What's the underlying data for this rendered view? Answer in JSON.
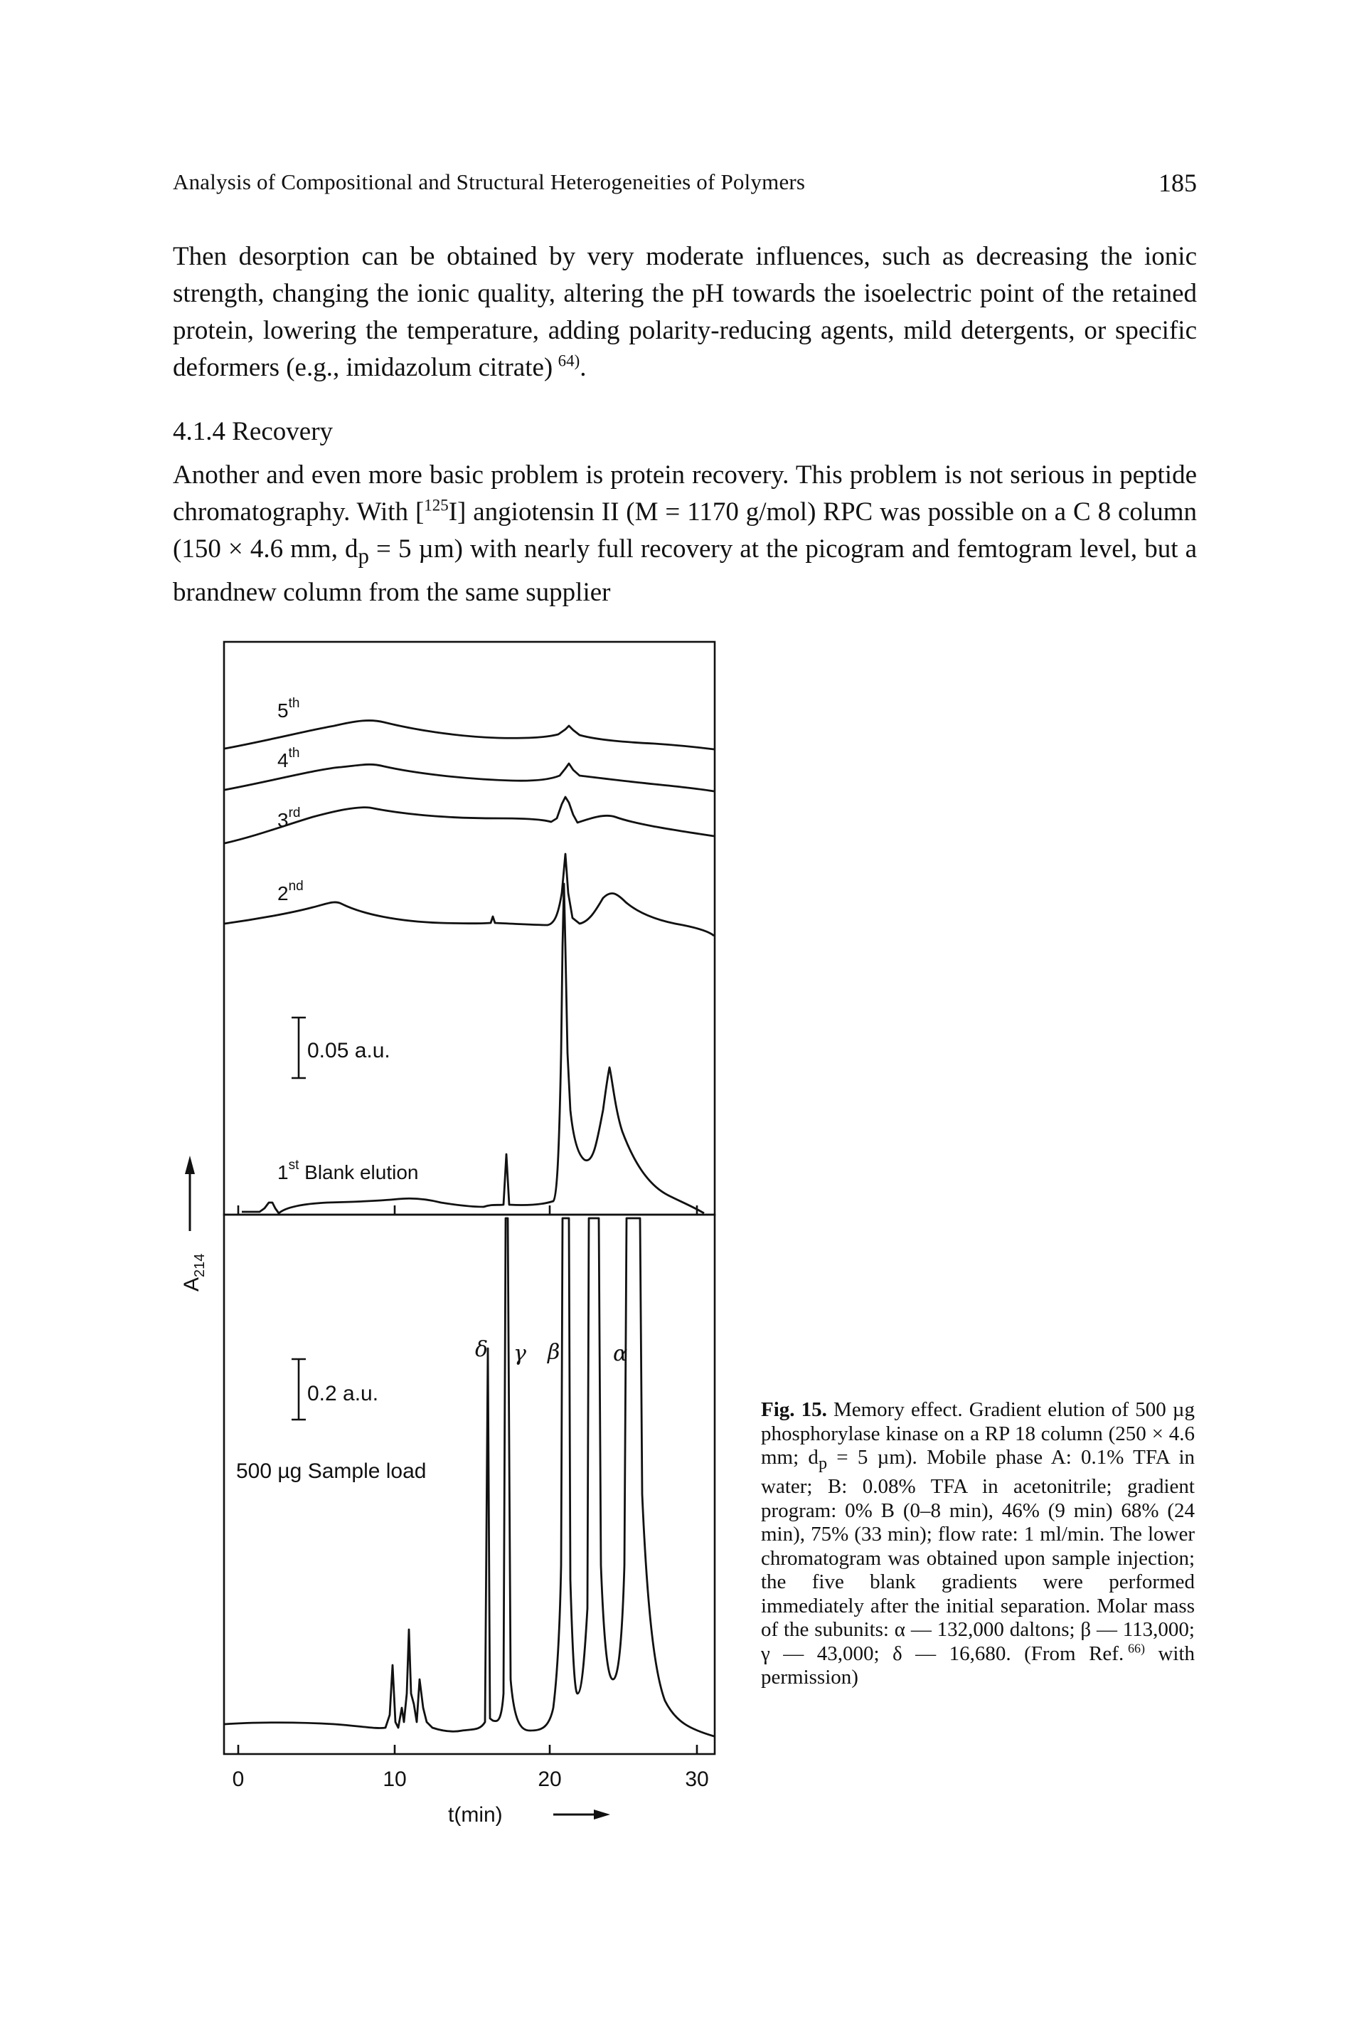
{
  "header": {
    "running_title": "Analysis of Compositional and Structural Heterogeneities of Polymers",
    "page_number": "185"
  },
  "paragraph_1": {
    "text": "Then desorption can be obtained by very moderate influences, such as decreasing the ionic strength, changing the ionic quality, altering the pH towards the isoelectric point of the retained protein, lowering the temperature, adding polarity-reducing agents, mild detergents, or specific deformers (e.g., imidazolum citrate)",
    "ref": "64)",
    "end": "."
  },
  "section": {
    "number": "4.1.4",
    "title": "Recovery"
  },
  "paragraph_2": {
    "part_1": "Another and even more basic problem is protein recovery. This problem is not serious in peptide chromatography. With [",
    "isotope": "125",
    "part_2": "I] angiotensin II (M = 1170 g/mol) RPC was possible on a C 8 column (150 × 4.6 mm, d",
    "sub": "p",
    "part_3": " = 5 µm) with nearly full recovery at the picogram and femtogram level, but a brandnew column from the same supplier"
  },
  "figure": {
    "y_axis_label": "A",
    "y_axis_sub": "214",
    "x_axis_label": "t(min)",
    "x_ticks": [
      "0",
      "10",
      "20",
      "30"
    ],
    "upper_panel": {
      "trace_labels": [
        {
          "num": "5",
          "suffix": "th"
        },
        {
          "num": "4",
          "suffix": "th"
        },
        {
          "num": "3",
          "suffix": "rd"
        },
        {
          "num": "2",
          "suffix": "nd"
        },
        {
          "num": "1",
          "suffix": "st",
          "rest": " Blank elution"
        }
      ],
      "scale_bar": "0.05 a.u."
    },
    "lower_panel": {
      "scale_bar": "0.2 a.u.",
      "sample_label": "500 µg Sample load",
      "peak_labels": [
        "δ",
        "γ",
        "β",
        "α"
      ]
    }
  },
  "caption": {
    "label": "Fig. 15.",
    "text_1": " Memory effect. Gradient elution of 500 µg phosphorylase kinase on a RP 18 column (250 × 4.6 mm; d",
    "sub": "p",
    "text_2": " = 5 µm). Mobile phase A: 0.1% TFA in water; B: 0.08% TFA in acetonitrile; gradient program: 0% B (0–8 min), 46% (9 min) 68% (24 min), 75% (33 min); flow rate: 1 ml/min. The lower chromatogram was obtained upon sample injection; the five blank gradients were performed immediately after the initial separation. Molar mass of the subunits: α — 132,000 daltons; β — 113,000; γ — 43,000; δ — 16,680. (From Ref.",
    "ref": "66)",
    "text_3": " with permission)"
  }
}
